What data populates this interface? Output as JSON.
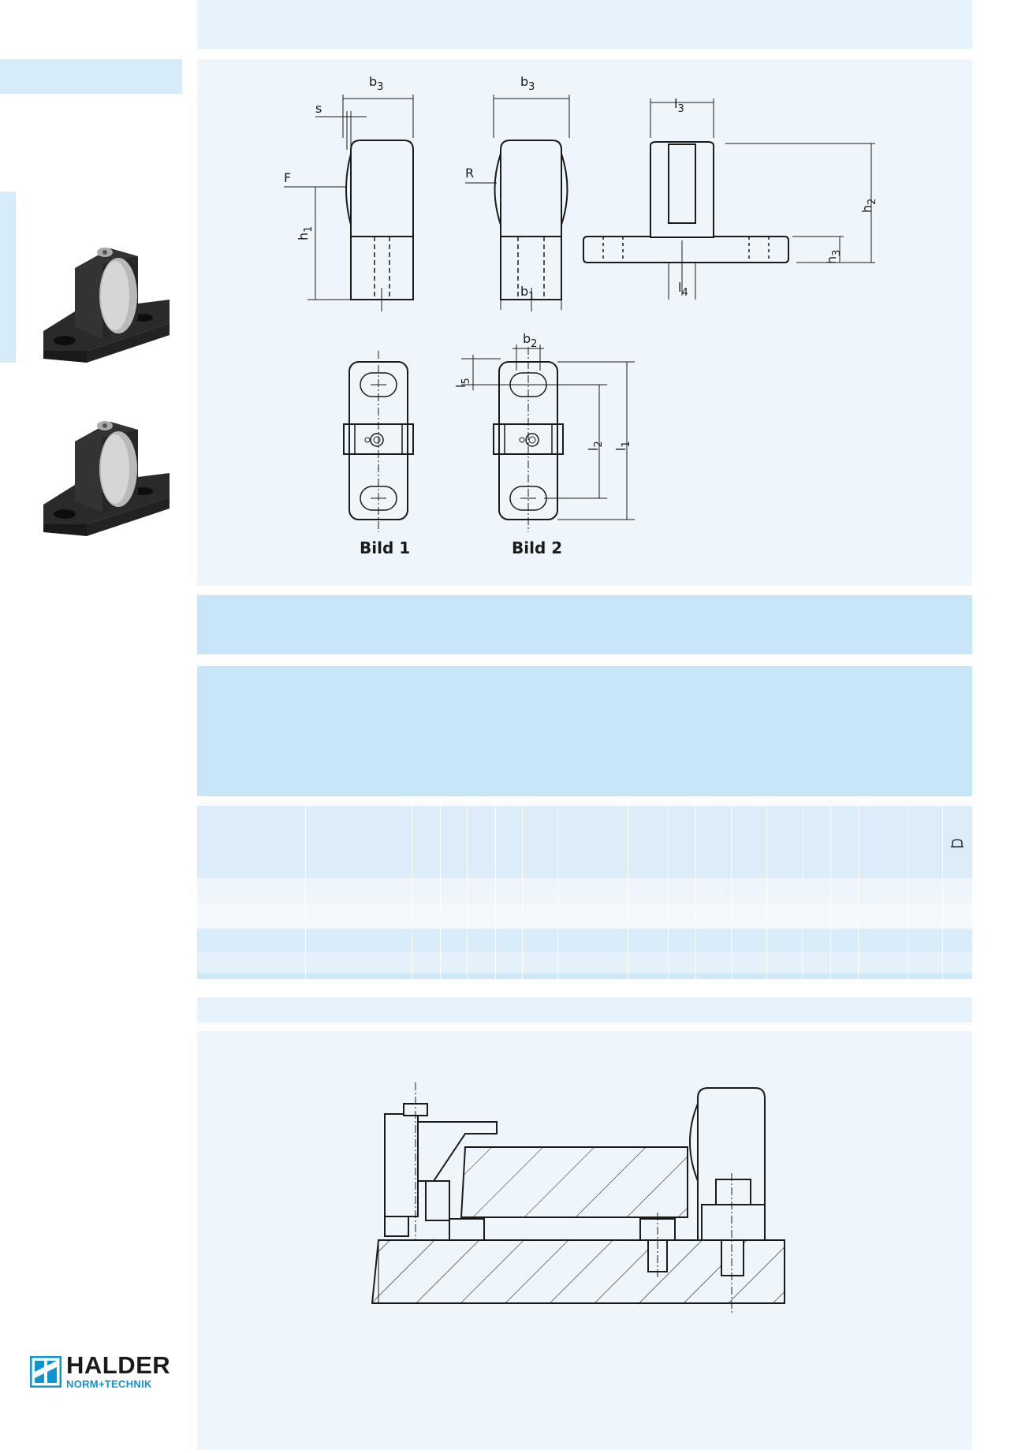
{
  "figure_labels": {
    "bild_1": "Bild 1",
    "bild_2": "Bild 2"
  },
  "dimension_labels": {
    "b1": "b1",
    "b2": "b2",
    "b3": "b3",
    "h1": "h1",
    "h2": "h2",
    "h3": "h3",
    "l1": "l1",
    "l2": "l2",
    "l3": "l3",
    "l4": "l4",
    "l5": "l5",
    "s": "s",
    "F": "F",
    "R": "R"
  },
  "table": {
    "header_icon": "weight-icon",
    "column_count": 18
  },
  "logo": {
    "brand": "HALDER",
    "tagline": "NORM+TECHNIK",
    "color": "#0a95cf"
  },
  "colors": {
    "band_light": "#e6f3fc",
    "band_mid": "#c9e6f8",
    "panel": "#eef6fc",
    "sidebar_accent": "#d7ecfa"
  }
}
